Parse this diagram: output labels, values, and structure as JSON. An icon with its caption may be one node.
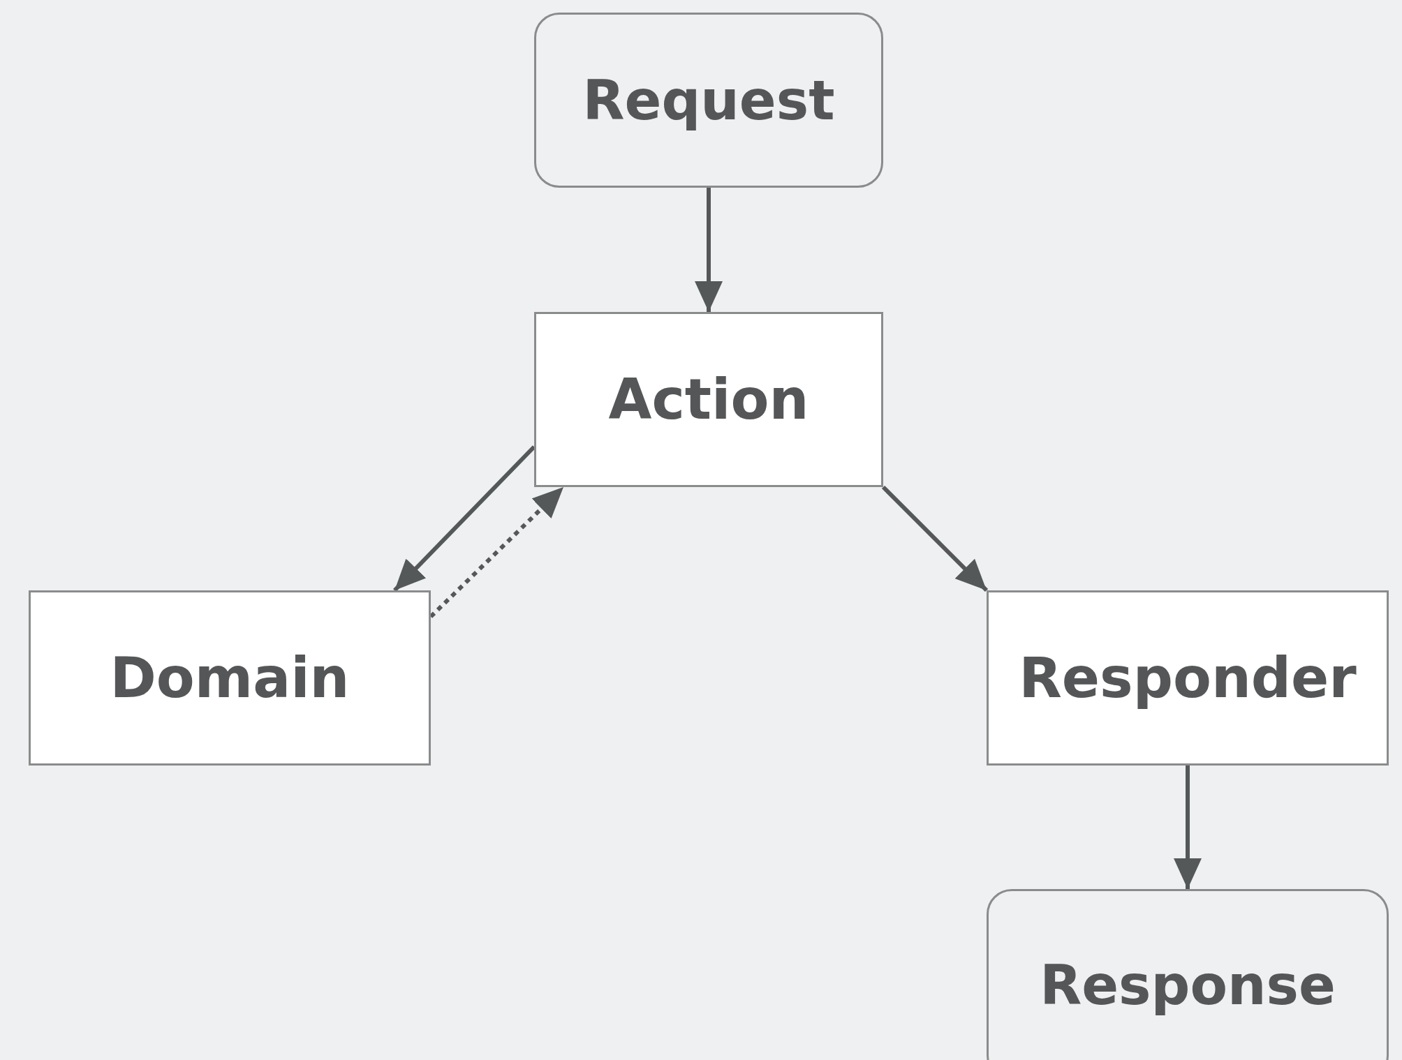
{
  "diagram": {
    "nodes": [
      {
        "text": [
          "Request"
        ]
      },
      {
        "text": [
          "Action"
        ]
      },
      {
        "text": [
          "Domain"
        ]
      },
      {
        "text": [
          "Responder"
        ]
      },
      {
        "text": [
          "Response"
        ]
      }
    ],
    "edges": [
      {
        "from": 0,
        "to": 1,
        "arrow": "to"
      },
      {
        "from": 1,
        "to": 2,
        "arrow": "to"
      },
      {
        "from": 2,
        "to": 1,
        "arrow": "to",
        "style": "dashed"
      },
      {
        "from": 1,
        "to": 3,
        "arrow": "to"
      },
      {
        "from": 3,
        "to": 4,
        "arrow": "to"
      }
    ]
  }
}
